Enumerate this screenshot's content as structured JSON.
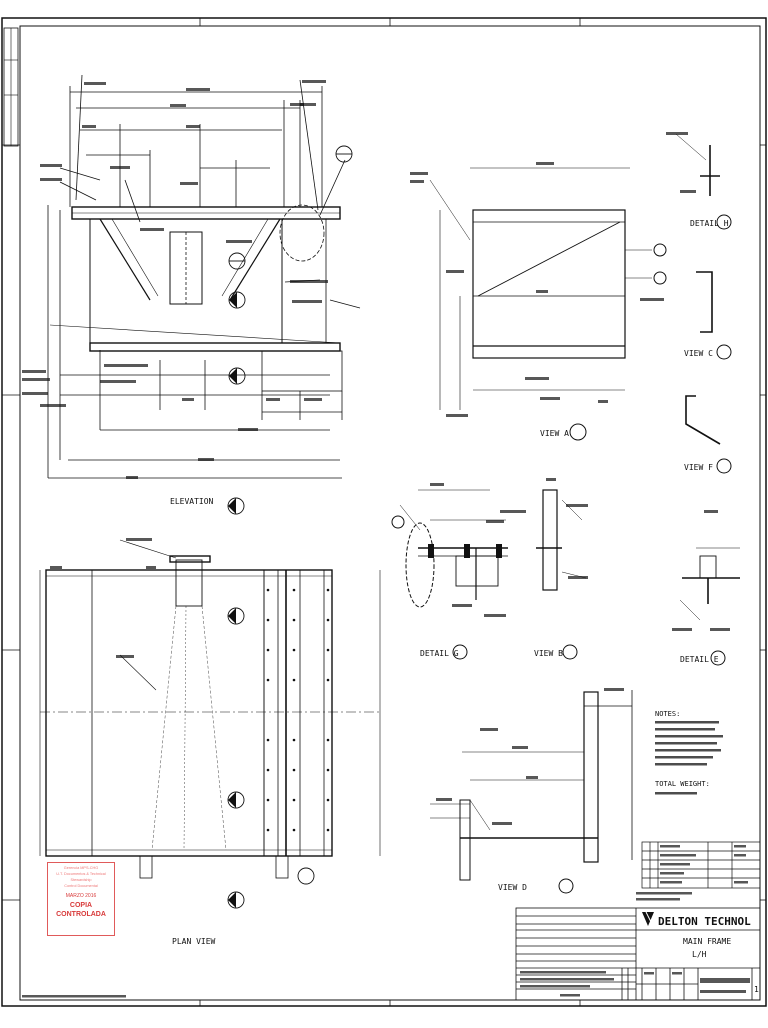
{
  "views": {
    "elevation": "ELEVATION",
    "plan_view": "PLAN VIEW",
    "view_a": "VIEW A",
    "view_b": "VIEW B",
    "view_c": "VIEW C",
    "view_d": "VIEW D",
    "view_f": "VIEW F",
    "detail_e": "DETAIL E",
    "detail_g": "DETAIL G",
    "detail_h": "DETAIL H"
  },
  "notes": {
    "heading": "NOTES:",
    "total": "TOTAL WEIGHT:"
  },
  "title_block": {
    "company": "DELTON TECHNOL",
    "title_line1": "MAIN FRAME",
    "title_line2": "L/H",
    "revision": "1"
  },
  "stamp": {
    "line1": "Gerencia MPS-CHG",
    "line2": "U.T. Documentos & Technical Stewardship",
    "line3": "Control Documental",
    "date": "MARZO 2016",
    "controlled": "COPIA CONTROLADA"
  },
  "colors": {
    "line": "#111111",
    "stamp": "#d83a3a"
  }
}
